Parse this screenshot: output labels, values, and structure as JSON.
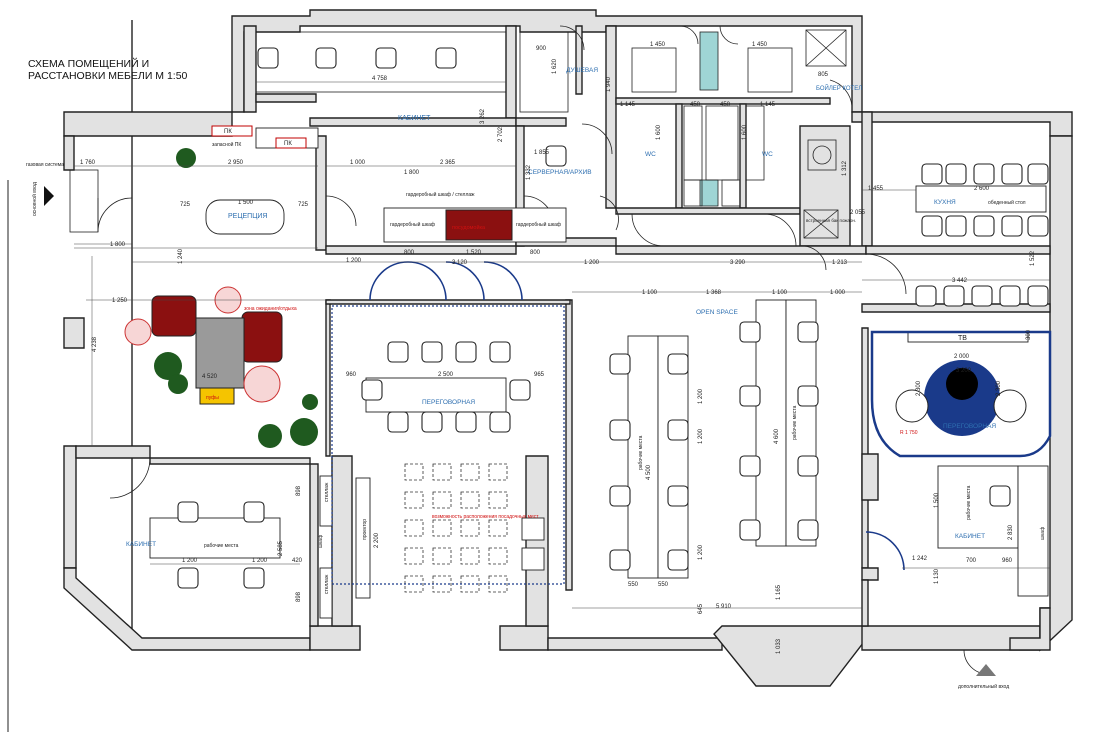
{
  "title": "СХЕМА ПОМЕЩЕНИЙ И РАССТАНОВКИ МЕБЕЛИ М 1:50",
  "rooms": {
    "cabinet_top": "КАБИНЕТ",
    "reception": "РЕЦЕПЦИЯ",
    "shower": "ДУШЕВАЯ",
    "wc_left": "WC",
    "wc_right": "WC",
    "boiler": "БОЙЛЕР КОТЕЛ",
    "server": "СЕРВЕРНАЯ/АРХИВ",
    "kitchen": "КУХНЯ",
    "meeting": "ПЕРЕГОВОРНАЯ",
    "open_space": "OPEN SPACE",
    "cabinet_left": "КАБИНЕТ",
    "cabinet_right": "КАБИНЕТ",
    "meeting_round": "ПЕРЕГОВОРНАЯ"
  },
  "labels": {
    "pk1": "ПК",
    "pk2": "ПК",
    "zapasnoy_pk": "запасной ПК",
    "wardrobe_top": "гардеробный шкаф / стеллаж",
    "wardrobe_l": "гардеробный шкаф",
    "wardrobe_r": "гардеробный шкаф",
    "dishwasher": "посудомойка",
    "dining_table": "обеденный стол",
    "tv": "ТВ",
    "rest_zone": "зона ожидания/отдыха",
    "poufs": "пуфы",
    "workplaces_left": "рабочие места",
    "workplaces_open_a": "рабочие места",
    "workplaces_open_b": "рабочие места",
    "workplaces_right": "рабочие места",
    "possible_seats": "возможность расположения посадочных мест",
    "projector": "проектор",
    "rack1": "стеллаж",
    "rack2": "стеллаж",
    "shkaf_left": "шкаф",
    "shkaf_right": "шкаф",
    "fire_system": "газовая система",
    "extra_entrance": "дополнительный вход",
    "main_entrance": "основной вход",
    "boiler_tank": "встроенная бак пожарн.",
    "r_radius": "R 1 750"
  },
  "dims": {
    "d1": "4 758",
    "d2": "3 262",
    "d3": "2 702",
    "d4": "1 760",
    "d5": "2 950",
    "d6": "1 500",
    "d7": "725",
    "d8": "725",
    "d9": "1 000",
    "d10": "2 365",
    "d11": "1 800",
    "d12": "1 855",
    "d13": "1 332",
    "d14": "1 145",
    "d15": "450",
    "d16": "450",
    "d17": "1 145",
    "d18": "1 450",
    "d19": "1 450",
    "d20": "1 600",
    "d21": "1 600",
    "d22": "1 312",
    "d23": "1 455",
    "d24": "2 600",
    "d25": "2 055",
    "d26": "1 800",
    "d27": "1 200",
    "d28": "800",
    "d29": "1 520",
    "d30": "800",
    "d31": "3 120",
    "d32": "1 200",
    "d33": "3 290",
    "d34": "1 213",
    "d35": "3 442",
    "d36": "1 522",
    "d37": "1 250",
    "d38": "4 238",
    "d39": "1 240",
    "d40": "4 520",
    "d41": "960",
    "d42": "2 500",
    "d43": "965",
    "d44": "1 100",
    "d45": "1 368",
    "d46": "1 100",
    "d47": "1 000",
    "d48": "4 500",
    "d49": "4 600",
    "d50": "1 200",
    "d51": "1 200",
    "d52": "1 200",
    "d53": "550",
    "d54": "550",
    "d55": "5 910",
    "d56": "1 165",
    "d57": "2 000",
    "d58": "3 200",
    "d59": "2 300",
    "d60": "2 300",
    "d61": "1 242",
    "d62": "700",
    "d63": "960",
    "d64": "1 130",
    "d65": "2 830",
    "d66": "1 500",
    "d67": "1 200",
    "d68": "1 200",
    "d69": "2 585",
    "d70": "420",
    "d71": "898",
    "d72": "898",
    "d73": "2 200",
    "d74": "1 033",
    "d75": "645",
    "d76": "1 940",
    "d77": "1 620",
    "d78": "900",
    "d79": "805",
    "d80": "300"
  },
  "colors": {
    "wall": "#e2e2e2",
    "room_text": "#2e6fb0",
    "accent_red": "#8b1010",
    "table_blue": "#1a3a8a",
    "plant": "#1f5a1f",
    "pouf": "#f7d6d6",
    "server_teal": "#9fd5d5"
  }
}
